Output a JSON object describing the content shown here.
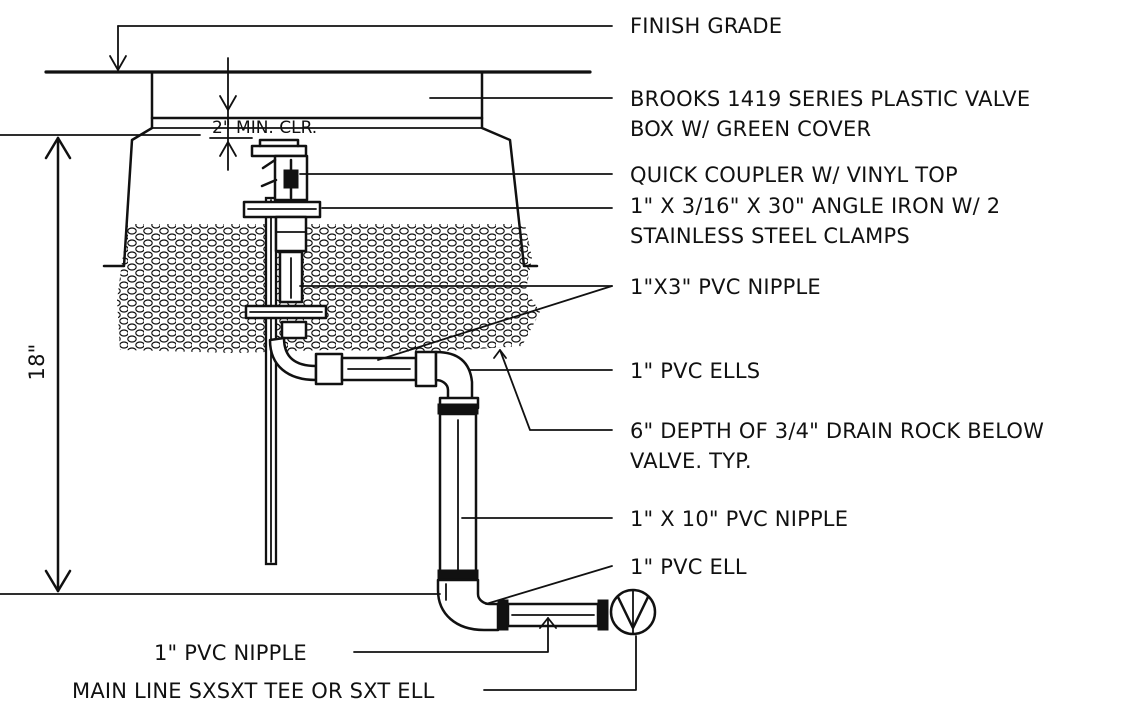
{
  "labels": {
    "finish_grade": "FINISH GRADE",
    "valve_box_1": "BROOKS 1419 SERIES  PLASTIC VALVE",
    "valve_box_2": "BOX W/ GREEN COVER",
    "min_clearance": "2\" MIN. CLR.",
    "quick_coupler": "QUICK COUPLER W/ VINYL TOP",
    "angle_iron_1": "1\" X 3/16\" X 30\" ANGLE IRON W/ 2",
    "angle_iron_2": "STAINLESS STEEL CLAMPS",
    "pvc_nipple_1x3": "1\"X3\"  PVC  NIPPLE",
    "pvc_ells": "1\"  PVC  ELLS",
    "drain_rock_1": "6\" DEPTH OF 3/4\" DRAIN ROCK BELOW",
    "drain_rock_2": "VALVE. TYP.",
    "pvc_nipple_1x10": "1\" X 10\" PVC  NIPPLE",
    "pvc_ell": "1\"  PVC  ELL",
    "pvc_nipple": "1\"  PVC  NIPPLE",
    "main_line_tee": "MAIN LINE SXSXT TEE OR SXT ELL",
    "depth_dimension": "18\""
  },
  "colors": {
    "ink": "#111111",
    "paper": "#ffffff"
  }
}
